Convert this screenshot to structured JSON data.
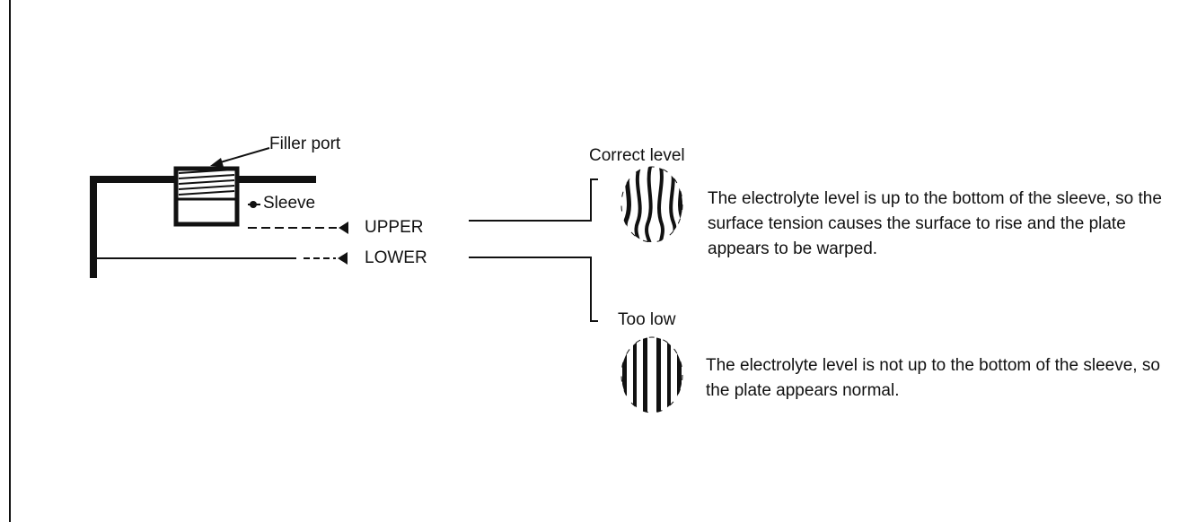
{
  "labels": {
    "filler_port": "Filler port",
    "sleeve": "Sleeve",
    "upper": "UPPER",
    "lower": "LOWER"
  },
  "correct": {
    "title": "Correct level",
    "description": "The electrolyte level is up to the bottom of the sleeve, so the surface tension causes the surface to rise and the plate appears to be warped."
  },
  "too_low": {
    "title": "Too low",
    "description": "The electrolyte level is not up to the bottom of the sleeve, so the plate appears normal."
  },
  "colors": {
    "ink": "#111111",
    "background": "#ffffff"
  }
}
